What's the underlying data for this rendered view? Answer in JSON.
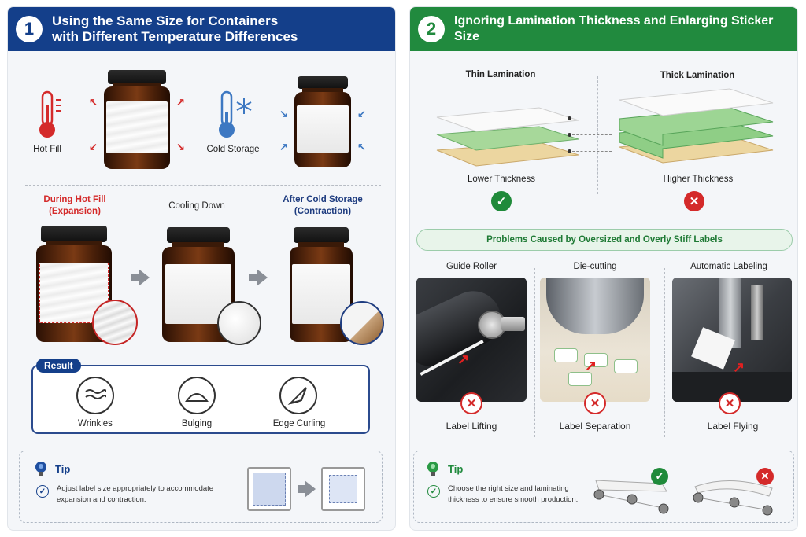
{
  "panel1": {
    "number": "1",
    "title_line1": "Using the Same Size for Containers",
    "title_line2": "with Different Temperature Differences",
    "hot_fill_label": "Hot Fill",
    "cold_storage_label": "Cold Storage",
    "stage1_line1": "During Hot Fill",
    "stage1_line2": "(Expansion)",
    "stage2": "Cooling Down",
    "stage3_line1": "After Cold Storage",
    "stage3_line2": "(Contraction)",
    "result_tag": "Result",
    "results": [
      "Wrinkles",
      "Bulging",
      "Edge Curling"
    ],
    "tip_title": "Tip",
    "tip_line1": "Adjust label size appropriately to accommodate",
    "tip_line2": "expansion and contraction."
  },
  "panel2": {
    "number": "2",
    "title": "Ignoring Lamination Thickness and Enlarging Sticker Size",
    "thin_label": "Thin Lamination",
    "thick_label": "Thick Lamination",
    "lower_label": "Lower Thickness",
    "higher_label": "Higher Thickness",
    "problems_title": "Problems Caused by Oversized and Overly Stiff Labels",
    "processes": [
      "Guide Roller",
      "Die-cutting",
      "Automatic Labeling"
    ],
    "issues": [
      "Label Lifting",
      "Label Separation",
      "Label Flying"
    ],
    "tip_title": "Tip",
    "tip_line1": "Choose the right size and laminating",
    "tip_line2": "thickness to ensure smooth production."
  },
  "colors": {
    "panel1_accent": "#143f8a",
    "panel2_accent": "#218a3e",
    "error": "#d42a2a",
    "ok": "#1f8a3a"
  },
  "icons": {
    "hot": "thermometer-hot-icon",
    "cold": "thermometer-snowflake-icon",
    "wrinkles": "wave-lines-icon",
    "bulging": "dome-icon",
    "curling": "curled-corner-icon",
    "tip": "lightbulb-icon",
    "check": "check-circle-icon",
    "cross": "x-circle-icon"
  }
}
